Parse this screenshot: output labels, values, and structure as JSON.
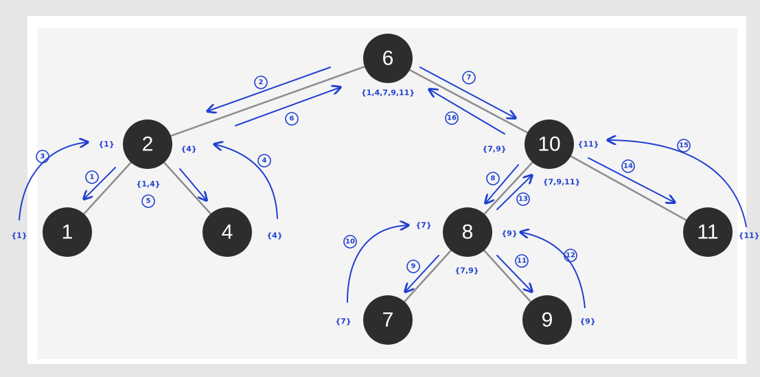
{
  "colors": {
    "node_fill": "#2d2d2d",
    "node_text": "#ffffff",
    "edge": "#8c8c8c",
    "annotation": "#1f3fd0",
    "panel_bg": "#f4f4f4",
    "frame_bg": "#ffffff",
    "outer_bg": "#e6e6e6"
  },
  "nodes": [
    {
      "id": "n6",
      "label": "6"
    },
    {
      "id": "n2",
      "label": "2"
    },
    {
      "id": "n10",
      "label": "10"
    },
    {
      "id": "n1",
      "label": "1"
    },
    {
      "id": "n4",
      "label": "4"
    },
    {
      "id": "n8",
      "label": "8"
    },
    {
      "id": "n11",
      "label": "11"
    },
    {
      "id": "n7",
      "label": "7"
    },
    {
      "id": "n9",
      "label": "9"
    }
  ],
  "edges": [
    {
      "from": "n6",
      "to": "n2"
    },
    {
      "from": "n6",
      "to": "n10"
    },
    {
      "from": "n2",
      "to": "n1"
    },
    {
      "from": "n2",
      "to": "n4"
    },
    {
      "from": "n10",
      "to": "n8"
    },
    {
      "from": "n10",
      "to": "n11"
    },
    {
      "from": "n8",
      "to": "n7"
    },
    {
      "from": "n8",
      "to": "n9"
    }
  ],
  "set_annotations": [
    {
      "id": "s6",
      "text": "{1,4,7,9,11}"
    },
    {
      "id": "s2l",
      "text": "{1}"
    },
    {
      "id": "s2r",
      "text": "{4}"
    },
    {
      "id": "s2b",
      "text": "{1,4}"
    },
    {
      "id": "s1",
      "text": "{1}"
    },
    {
      "id": "s4",
      "text": "{4}"
    },
    {
      "id": "s10l",
      "text": "{7,9}"
    },
    {
      "id": "s10r",
      "text": "{11}"
    },
    {
      "id": "s10b",
      "text": "{7,9,11}"
    },
    {
      "id": "s8l",
      "text": "{7}"
    },
    {
      "id": "s8r",
      "text": "{9}"
    },
    {
      "id": "s8b",
      "text": "{7,9}"
    },
    {
      "id": "s7",
      "text": "{7}"
    },
    {
      "id": "s9",
      "text": "{9}"
    },
    {
      "id": "s11",
      "text": "{11}"
    }
  ],
  "steps": [
    {
      "id": "st1",
      "text": "1"
    },
    {
      "id": "st2",
      "text": "2"
    },
    {
      "id": "st3",
      "text": "3"
    },
    {
      "id": "st4",
      "text": "4"
    },
    {
      "id": "st5",
      "text": "5"
    },
    {
      "id": "st6",
      "text": "6"
    },
    {
      "id": "st7",
      "text": "7"
    },
    {
      "id": "st8",
      "text": "8"
    },
    {
      "id": "st9",
      "text": "9"
    },
    {
      "id": "st10",
      "text": "10"
    },
    {
      "id": "st11",
      "text": "11"
    },
    {
      "id": "st12",
      "text": "12"
    },
    {
      "id": "st13",
      "text": "13"
    },
    {
      "id": "st14",
      "text": "14"
    },
    {
      "id": "st15",
      "text": "15"
    },
    {
      "id": "st16",
      "text": "16"
    }
  ]
}
